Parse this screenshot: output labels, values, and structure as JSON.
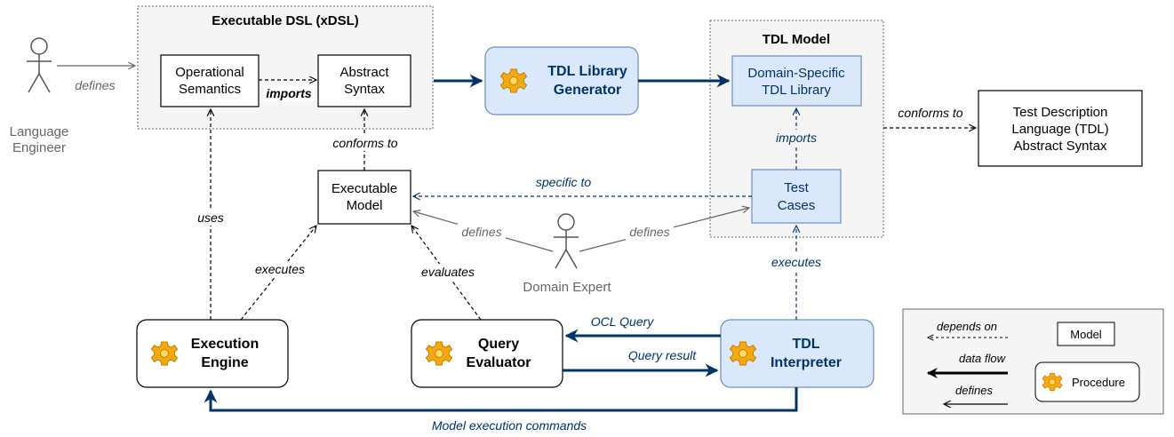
{
  "containers": {
    "xdsl": "Executable DSL (xDSL)",
    "tdl_model": "TDL Model"
  },
  "boxes": {
    "operational_semantics": [
      "Operational",
      "Semantics"
    ],
    "abstract_syntax": [
      "Abstract",
      "Syntax"
    ],
    "executable_model": [
      "Executable",
      "Model"
    ],
    "domain_specific_lib": [
      "Domain-Specific",
      "TDL Library"
    ],
    "test_cases": [
      "Test",
      "Cases"
    ],
    "tdl_abstract_syntax": [
      "Test Description",
      "Language (TDL)",
      "Abstract Syntax"
    ]
  },
  "procedures": {
    "tdl_library_generator": [
      "TDL Library",
      "Generator"
    ],
    "execution_engine": [
      "Execution",
      "Engine"
    ],
    "query_evaluator": [
      "Query",
      "Evaluator"
    ],
    "tdl_interpreter": [
      "TDL",
      "Interpreter"
    ]
  },
  "actors": {
    "language_engineer": [
      "Language",
      "Engineer"
    ],
    "domain_expert": "Domain Expert"
  },
  "edge_labels": {
    "defines_le": "defines",
    "imports_os": "imports",
    "conforms_to_em": "conforms to",
    "conforms_to_tdl": "conforms to",
    "imports_tc": "imports",
    "specific_to": "specific to",
    "defines_de_em": "defines",
    "defines_de_tc": "defines",
    "uses": "uses",
    "executes_ee": "executes",
    "evaluates": "evaluates",
    "executes_ti": "executes",
    "ocl_query": "OCL Query",
    "query_result": "Query result",
    "model_exec_cmds": "Model execution commands"
  },
  "legend": {
    "depends_on": "depends on",
    "data_flow": "data flow",
    "defines": "defines",
    "model": "Model",
    "procedure": "Procedure"
  },
  "colors": {
    "blue_fill": "#dae8fc",
    "blue_stroke": "#6c8ebf",
    "dark_blue": "#003366",
    "container_fill": "#f5f5f5",
    "gray": "#666666",
    "gear": "#f0a30a"
  }
}
